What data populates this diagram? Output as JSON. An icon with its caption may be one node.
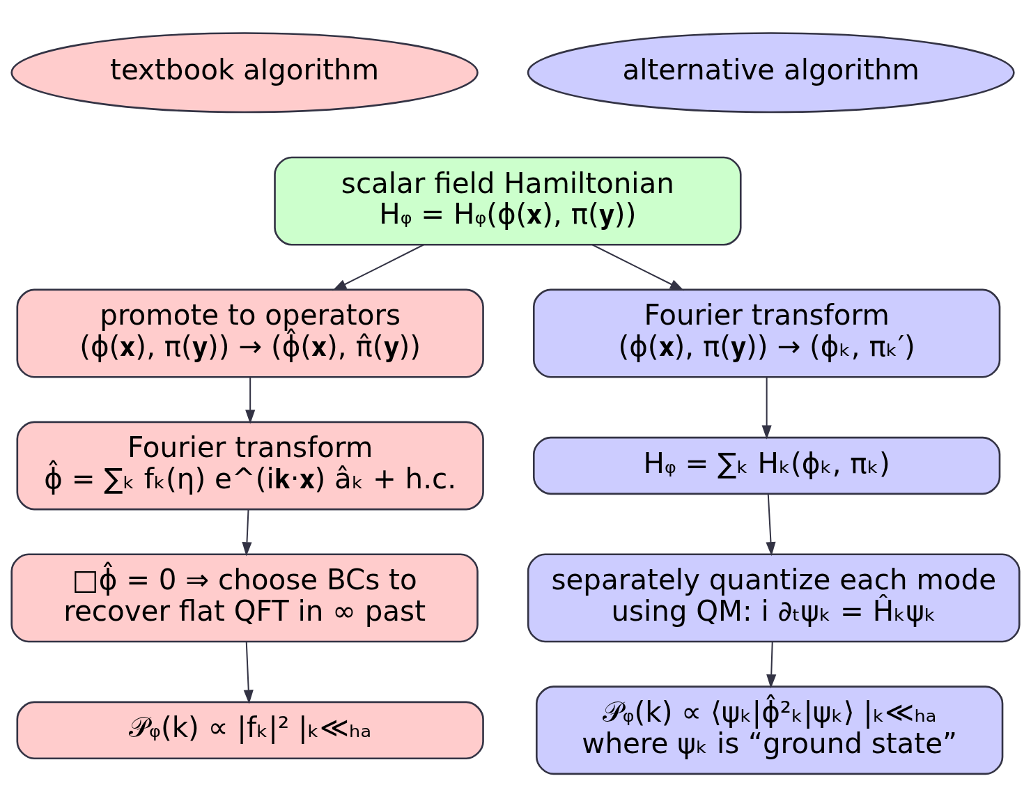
{
  "diagram": {
    "nodes": [
      {
        "text": [
          "textbook algorithm"
        ]
      },
      {
        "text": [
          "alternative algorithm"
        ]
      },
      {
        "text": [
          "scalar field Hamiltonian",
          "Hᵩ = Hᵩ(ϕ(𝐱), π(𝐲))"
        ]
      },
      {
        "text": [
          "promote to operators",
          "(ϕ(𝐱), π(𝐲)) → (ϕ̂(𝐱), π̂(𝐲))"
        ]
      },
      {
        "text": [
          "Fourier transform",
          "(ϕ(𝐱), π(𝐲)) → (ϕₖ, πₖ′)"
        ]
      },
      {
        "text": [
          "Fourier transform",
          "ϕ̂ = ∑ₖ fₖ(η) e^(i𝐤·𝐱) âₖ + h.c."
        ]
      },
      {
        "text": [
          "Hᵩ = ∑ₖ Hₖ(ϕₖ, πₖ)"
        ]
      },
      {
        "text": [
          "□ϕ̂ = 0 ⇒ choose BCs to recover flat QFT in ∞ past"
        ]
      },
      {
        "text": [
          "separately quantize each mode using QM: i ∂ₜψₖ = Ĥₖψₖ"
        ]
      },
      {
        "text": [
          "𝒫ᵩ(k) ∝ |fₖ|² |ₖ≪ₕₐ"
        ]
      },
      {
        "text": [
          "𝒫ᵩ(k) ∝ ⟨ψₖ|ϕ̂²ₖ|ψₖ⟩ |ₖ≪ₕₐ",
          "where ψₖ is “ground state”"
        ]
      }
    ],
    "edges": [
      {
        "from": 2,
        "to": 3,
        "arrow": "to"
      },
      {
        "from": 2,
        "to": 4,
        "arrow": "to"
      },
      {
        "from": 3,
        "to": 5,
        "arrow": "to"
      },
      {
        "from": 4,
        "to": 6,
        "arrow": "to"
      },
      {
        "from": 5,
        "to": 7,
        "arrow": "to"
      },
      {
        "from": 6,
        "to": 8,
        "arrow": "to"
      },
      {
        "from": 7,
        "to": 9,
        "arrow": "to"
      },
      {
        "from": 8,
        "to": 10,
        "arrow": "to"
      }
    ]
  }
}
